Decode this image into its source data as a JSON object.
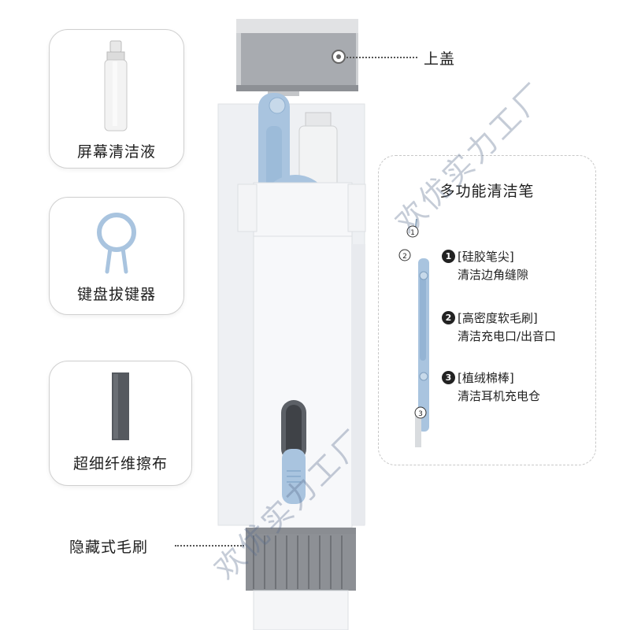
{
  "cards": {
    "screen_cleaner": "屏幕清洁液",
    "keycap_puller": "键盘拔键器",
    "microfiber_cloth": "超细纤维擦布"
  },
  "callouts": {
    "top_cap": "上盖",
    "hidden_brush": "隐藏式毛刷"
  },
  "pen_panel": {
    "title": "多功能清洁笔",
    "features": [
      {
        "num": "1",
        "head": "硅胶笔尖",
        "desc": "清洁边角缝隙"
      },
      {
        "num": "2",
        "head": "高密度软毛刷",
        "desc": "清洁充电口/出音口"
      },
      {
        "num": "3",
        "head": "植绒棉棒",
        "desc": "清洁耳机充电仓"
      }
    ],
    "markers": [
      "1",
      "2",
      "3"
    ]
  },
  "watermarks": [
    "欢优实力工厂",
    "欢优实力工厂"
  ],
  "colors": {
    "accent_blue": "#a9c4df",
    "device_white": "#f4f5f7",
    "cap_gray": "#9a9da3",
    "brush_gray": "#7d7f83"
  }
}
